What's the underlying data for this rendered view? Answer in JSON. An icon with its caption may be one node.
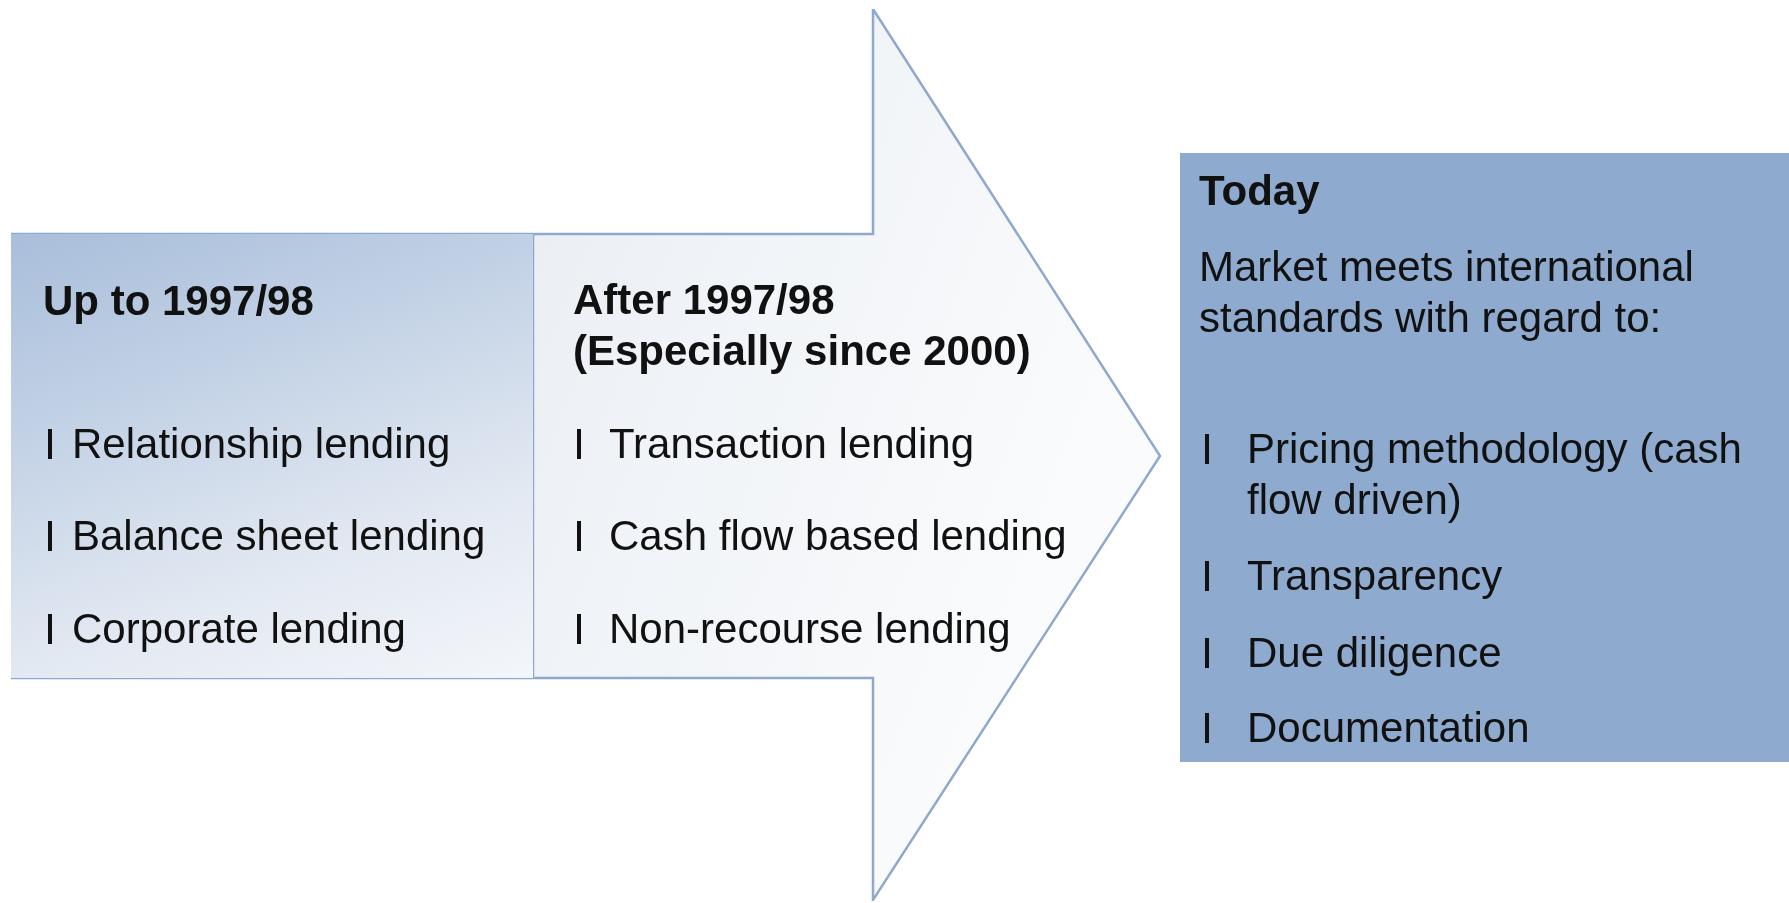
{
  "diagram": {
    "nodes": [
      {
        "text": [],
        "shape": "arrow"
      },
      {
        "text": [
          "Up to 1997/98",
          "Relationship lending",
          "Balance sheet lending",
          "Corporate lending"
        ],
        "in": 0
      },
      {
        "text": [
          "After 1997/98 (Especially since 2000)",
          "Transaction lending",
          "Cash flow based lending",
          "Non-recourse lending"
        ],
        "in": 0
      },
      {
        "text": [
          "Today",
          "Market meets international standards with regard to:",
          "Pricing methodology (cash flow driven)",
          "Transparency",
          "Due diligence",
          "Documentation"
        ]
      }
    ]
  }
}
